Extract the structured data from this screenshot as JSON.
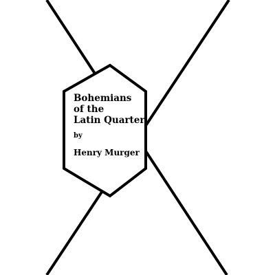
{
  "book": {
    "title_lines": [
      "Bohemians",
      "of the",
      "Latin Quarter"
    ],
    "by": "by",
    "author": "Henry Murger"
  },
  "colors": {
    "background": "#ffffff",
    "ink": "#000000"
  }
}
